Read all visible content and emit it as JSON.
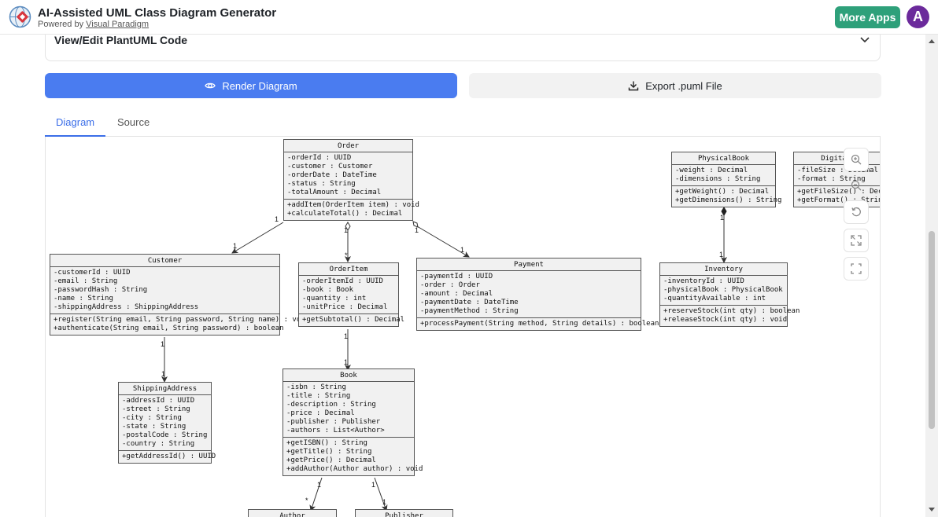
{
  "app": {
    "title": "AI-Assisted UML Class Diagram Generator",
    "powered_prefix": "Powered by",
    "powered_link": "Visual Paradigm",
    "more_apps": "More Apps",
    "avatar_letter": "A"
  },
  "accordion": {
    "title": "View/Edit PlantUML Code"
  },
  "actions": {
    "render": "Render Diagram",
    "export": "Export .puml File"
  },
  "tabs": [
    {
      "label": "Diagram",
      "active": true
    },
    {
      "label": "Source",
      "active": false
    }
  ],
  "colors": {
    "primary": "#4a7cf0",
    "more_apps": "#2ea07a",
    "avatar": "#6b2a9b",
    "uml_fill": "#f1f1f1"
  },
  "diagram": {
    "classes": {
      "order": {
        "name": "Order",
        "attributes": [
          "-orderId : UUID",
          "-customer : Customer",
          "-orderDate : DateTime",
          "-status : String",
          "-totalAmount : Decimal"
        ],
        "methods": [
          "+addItem(OrderItem item) : void",
          "+calculateTotal() : Decimal"
        ]
      },
      "customer": {
        "name": "Customer",
        "attributes": [
          "-customerId : UUID",
          "-email : String",
          "-passwordHash : String",
          "-name : String",
          "-shippingAddress : ShippingAddress"
        ],
        "methods": [
          "+register(String email, String password, String name) : void",
          "+authenticate(String email, String password) : boolean"
        ]
      },
      "orderitem": {
        "name": "OrderItem",
        "attributes": [
          "-orderItemId : UUID",
          "-book : Book",
          "-quantity : int",
          "-unitPrice : Decimal"
        ],
        "methods": [
          "+getSubtotal() : Decimal"
        ]
      },
      "payment": {
        "name": "Payment",
        "attributes": [
          "-paymentId : UUID",
          "-order : Order",
          "-amount : Decimal",
          "-paymentDate : DateTime",
          "-paymentMethod : String"
        ],
        "methods": [
          "+processPayment(String method, String details) : boolean"
        ]
      },
      "physicalbook": {
        "name": "PhysicalBook",
        "attributes": [
          "-weight : Decimal",
          "-dimensions : String"
        ],
        "methods": [
          "+getWeight() : Decimal",
          "+getDimensions() : String"
        ]
      },
      "digitalbook": {
        "name": "DigitalBook",
        "attributes": [
          "-fileSize : Decimal",
          "-format : String"
        ],
        "methods": [
          "+getFileSize() : Decimal",
          "+getFormat() : String"
        ]
      },
      "inventory": {
        "name": "Inventory",
        "attributes": [
          "-inventoryId : UUID",
          "-physicalBook : PhysicalBook",
          "-quantityAvailable : int"
        ],
        "methods": [
          "+reserveStock(int qty) : boolean",
          "+releaseStock(int qty) : void"
        ]
      },
      "shippingaddress": {
        "name": "ShippingAddress",
        "attributes": [
          "-addressId : UUID",
          "-street : String",
          "-city : String",
          "-state : String",
          "-postalCode : String",
          "-country : String"
        ],
        "methods": [
          "+getAddressId() : UUID"
        ]
      },
      "book": {
        "name": "Book",
        "attributes": [
          "-isbn : String",
          "-title : String",
          "-description : String",
          "-price : Decimal",
          "-publisher : Publisher",
          "-authors : List<Author>"
        ],
        "methods": [
          "+getISBN() : String",
          "+getTitle() : String",
          "+getPrice() : Decimal",
          "+addAuthor(Author author) : void"
        ]
      },
      "author": {
        "name": "Author",
        "attributes": [],
        "methods": []
      },
      "publisher": {
        "name": "Publisher",
        "attributes": [],
        "methods": []
      }
    },
    "multiplicities": {
      "order_customer_a": "1",
      "order_customer_b": "1",
      "order_item_a": "1",
      "order_item_b": "*",
      "order_payment_a": "1",
      "order_payment_b": "1",
      "customer_address_a": "1",
      "customer_address_b": "1",
      "item_book_a": "1",
      "item_book_b": "1",
      "physical_inventory_a": "1",
      "physical_inventory_b": "1",
      "book_author_a": "1",
      "book_author_b": "*",
      "book_publisher_a": "1",
      "book_publisher_b": "1"
    }
  }
}
